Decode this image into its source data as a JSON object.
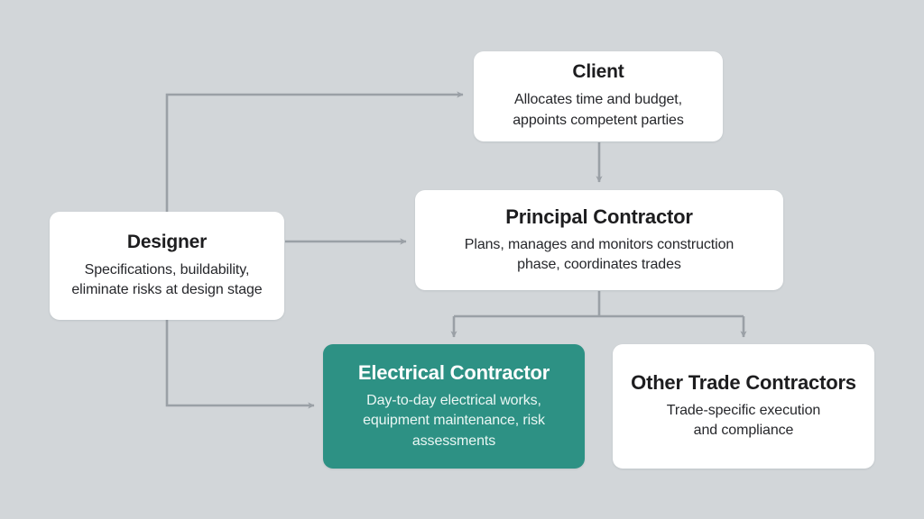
{
  "diagram": {
    "background_color": "#d2d6d9",
    "edge_color": "#9aa0a6",
    "accent_color": "#2d9184",
    "nodes": [
      {
        "id": "client",
        "title": "Client",
        "description": "Allocates time and budget,\nappoints competent parties",
        "desc_line1": "Allocates time and budget,",
        "desc_line2": "appoints competent parties"
      },
      {
        "id": "designer",
        "title": "Designer",
        "description": "Specifications, buildability,\neliminate risks at design stage",
        "desc_line1": "Specifications, buildability,",
        "desc_line2": "eliminate risks at design stage"
      },
      {
        "id": "principal_contractor",
        "title": "Principal Contractor",
        "description": "Plans, manages and monitors construction\nphase, coordinates trades",
        "desc_line1": "Plans, manages and monitors construction",
        "desc_line2": "phase, coordinates trades"
      },
      {
        "id": "electrical_contractor",
        "title": "Electrical Contractor",
        "description": "Day-to-day electrical works,\nequipment maintenance, risk\nassessments",
        "desc_line1": "Day-to-day electrical works,",
        "desc_line2": "equipment maintenance, risk",
        "desc_line3": "assessments"
      },
      {
        "id": "other_trade_contractors",
        "title": "Other Trade Contractors",
        "description": "Trade-specific execution\nand compliance",
        "desc_line1": "Trade-specific execution",
        "desc_line2": "and compliance"
      }
    ],
    "edges": [
      {
        "id": "designer-to-client",
        "from": "designer",
        "to": "client",
        "style": "elbow",
        "arrow": "right"
      },
      {
        "id": "designer-to-principal",
        "from": "designer",
        "to": "principal_contractor",
        "style": "straight",
        "arrow": "right"
      },
      {
        "id": "designer-to-electrical",
        "from": "designer",
        "to": "electrical_contractor",
        "style": "elbow",
        "arrow": "right"
      },
      {
        "id": "client-to-principal",
        "from": "client",
        "to": "principal_contractor",
        "style": "straight",
        "arrow": "down"
      },
      {
        "id": "principal-to-electrical",
        "from": "principal_contractor",
        "to": "electrical_contractor",
        "style": "elbow",
        "arrow": "down"
      },
      {
        "id": "principal-to-othertrade",
        "from": "principal_contractor",
        "to": "other_trade_contractors",
        "style": "elbow",
        "arrow": "down"
      }
    ]
  }
}
